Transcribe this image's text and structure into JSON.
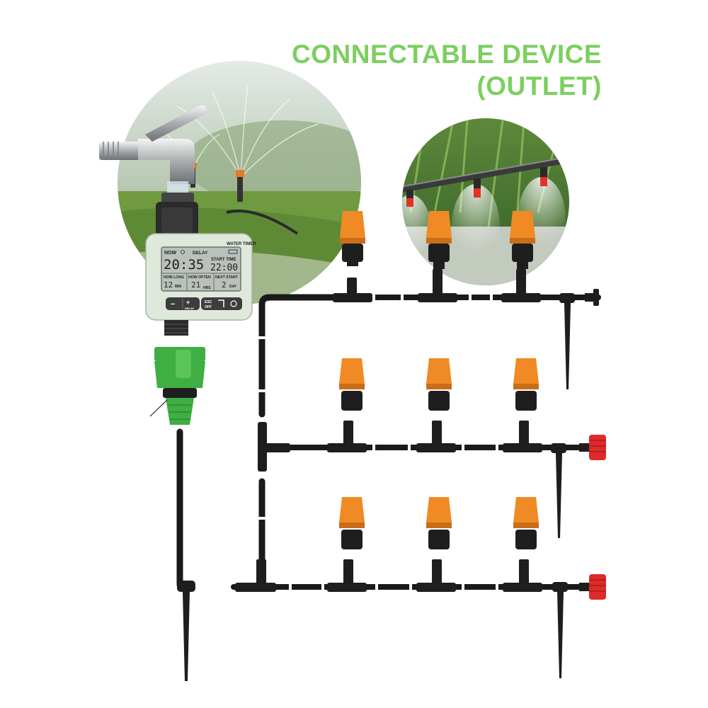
{
  "headline": {
    "line1": "CONNECTABLE DEVICE",
    "line2": "(OUTLET)"
  },
  "timer": {
    "brand_label": "WATER TIMER",
    "now_label": "NOW",
    "delay_label": "DELAY",
    "clock": "20:35",
    "start_time_label": "START TIME",
    "start_time": "22:00",
    "how_long_label": "HOW LONG",
    "how_long_value": "12",
    "how_long_unit": "MIN",
    "how_often_label": "HOW OFTEN",
    "how_often_value": "21",
    "how_often_unit": "HRS",
    "next_start_label": "NEXT START",
    "next_start_value": "2",
    "next_start_unit": "DAY",
    "btn_minus": "−",
    "btn_plus": "+",
    "btn_delay": "DELAY",
    "btn_esc": "ESC",
    "btn_off": "OFF"
  },
  "colors": {
    "headline": "#7ccf5f",
    "tube": "#1a1a1a",
    "nozzle_cap": "#f08a24",
    "end_plug": "#e02a2a",
    "adapter": "#3fae43",
    "timer_body": "#dfe9db",
    "lcd": "#b9c1ba"
  }
}
